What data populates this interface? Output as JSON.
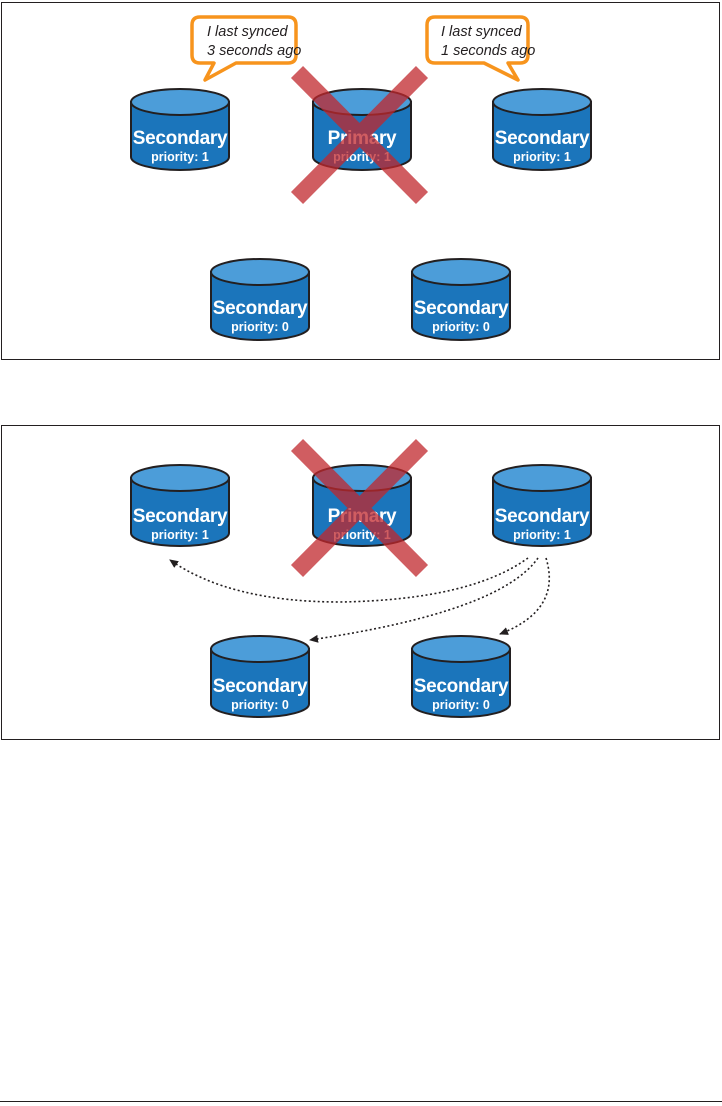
{
  "panels": [
    {
      "id": "top",
      "nodes": [
        {
          "name": "Secondary",
          "priority": "priority: 1",
          "crossed": false
        },
        {
          "name": "Primary",
          "priority": "priority: 1",
          "crossed": true
        },
        {
          "name": "Secondary",
          "priority": "priority: 1",
          "crossed": false
        },
        {
          "name": "Secondary",
          "priority": "priority: 0",
          "crossed": false
        },
        {
          "name": "Secondary",
          "priority": "priority: 0",
          "crossed": false
        }
      ],
      "bubbles": [
        {
          "line1": "I last synced",
          "line2": "3 seconds ago"
        },
        {
          "line1": "I last synced",
          "line2": "1 seconds ago"
        }
      ]
    },
    {
      "id": "bottom",
      "nodes": [
        {
          "name": "Secondary",
          "priority": "priority: 1",
          "crossed": false
        },
        {
          "name": "Primary",
          "priority": "priority: 1",
          "crossed": true
        },
        {
          "name": "Secondary",
          "priority": "priority: 1",
          "crossed": false
        },
        {
          "name": "Secondary",
          "priority": "priority: 0",
          "crossed": false
        },
        {
          "name": "Secondary",
          "priority": "priority: 0",
          "crossed": false
        }
      ],
      "arrows": [
        {
          "from": "node-2",
          "to": "node-0"
        },
        {
          "from": "node-2",
          "to": "node-3"
        },
        {
          "from": "node-2",
          "to": "node-4"
        }
      ]
    }
  ],
  "colors": {
    "db_body": "#1b75bb",
    "db_top": "#4c9dd9",
    "db_outline": "#231f20",
    "bubble_border": "#f7941d",
    "cross": "#c1272d",
    "arrow": "#231f20"
  }
}
